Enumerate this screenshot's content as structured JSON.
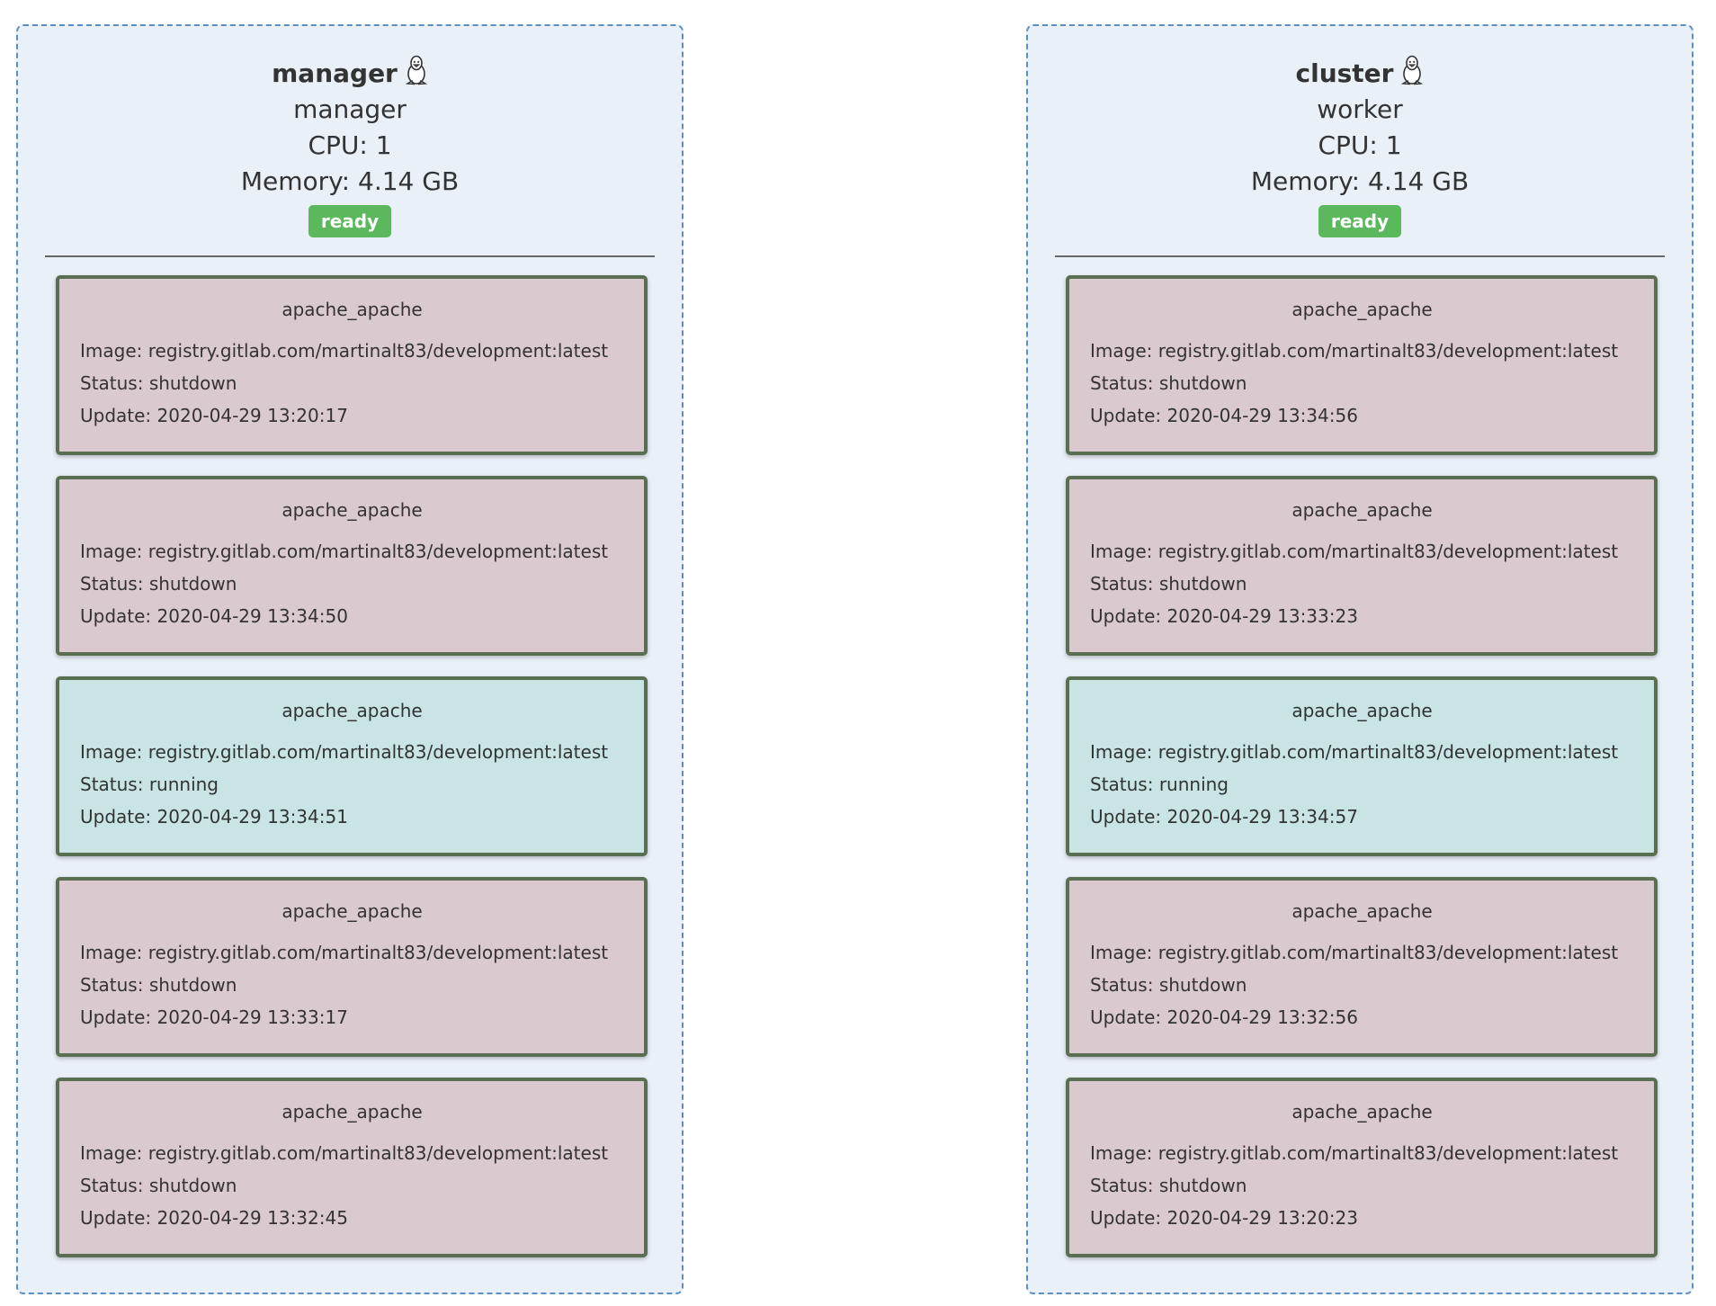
{
  "nodes": [
    {
      "hostname": "manager",
      "os_icon": "linux-tux-icon",
      "role": "manager",
      "cpu": "CPU: 1",
      "memory": "Memory: 4.14 GB",
      "status": "ready",
      "tasks": [
        {
          "name": "apache_apache",
          "image": "Image: registry.gitlab.com/martinalt83/development:latest",
          "status": "Status: shutdown",
          "update": "Update: 2020-04-29 13:20:17",
          "state": "shutdown"
        },
        {
          "name": "apache_apache",
          "image": "Image: registry.gitlab.com/martinalt83/development:latest",
          "status": "Status: shutdown",
          "update": "Update: 2020-04-29 13:34:50",
          "state": "shutdown"
        },
        {
          "name": "apache_apache",
          "image": "Image: registry.gitlab.com/martinalt83/development:latest",
          "status": "Status: running",
          "update": "Update: 2020-04-29 13:34:51",
          "state": "running"
        },
        {
          "name": "apache_apache",
          "image": "Image: registry.gitlab.com/martinalt83/development:latest",
          "status": "Status: shutdown",
          "update": "Update: 2020-04-29 13:33:17",
          "state": "shutdown"
        },
        {
          "name": "apache_apache",
          "image": "Image: registry.gitlab.com/martinalt83/development:latest",
          "status": "Status: shutdown",
          "update": "Update: 2020-04-29 13:32:45",
          "state": "shutdown"
        }
      ]
    },
    {
      "hostname": "cluster",
      "os_icon": "linux-tux-icon",
      "role": "worker",
      "cpu": "CPU: 1",
      "memory": "Memory: 4.14 GB",
      "status": "ready",
      "tasks": [
        {
          "name": "apache_apache",
          "image": "Image: registry.gitlab.com/martinalt83/development:latest",
          "status": "Status: shutdown",
          "update": "Update: 2020-04-29 13:34:56",
          "state": "shutdown"
        },
        {
          "name": "apache_apache",
          "image": "Image: registry.gitlab.com/martinalt83/development:latest",
          "status": "Status: shutdown",
          "update": "Update: 2020-04-29 13:33:23",
          "state": "shutdown"
        },
        {
          "name": "apache_apache",
          "image": "Image: registry.gitlab.com/martinalt83/development:latest",
          "status": "Status: running",
          "update": "Update: 2020-04-29 13:34:57",
          "state": "running"
        },
        {
          "name": "apache_apache",
          "image": "Image: registry.gitlab.com/martinalt83/development:latest",
          "status": "Status: shutdown",
          "update": "Update: 2020-04-29 13:32:56",
          "state": "shutdown"
        },
        {
          "name": "apache_apache",
          "image": "Image: registry.gitlab.com/martinalt83/development:latest",
          "status": "Status: shutdown",
          "update": "Update: 2020-04-29 13:20:23",
          "state": "shutdown"
        }
      ]
    }
  ],
  "colors": {
    "node_border": "#5b8fbf",
    "node_background": "#eaf0f8",
    "badge_ready": "#5cb85c",
    "task_shutdown": "#dbc9d0",
    "task_running": "#c8e4e4",
    "task_border": "#5a6e52"
  }
}
